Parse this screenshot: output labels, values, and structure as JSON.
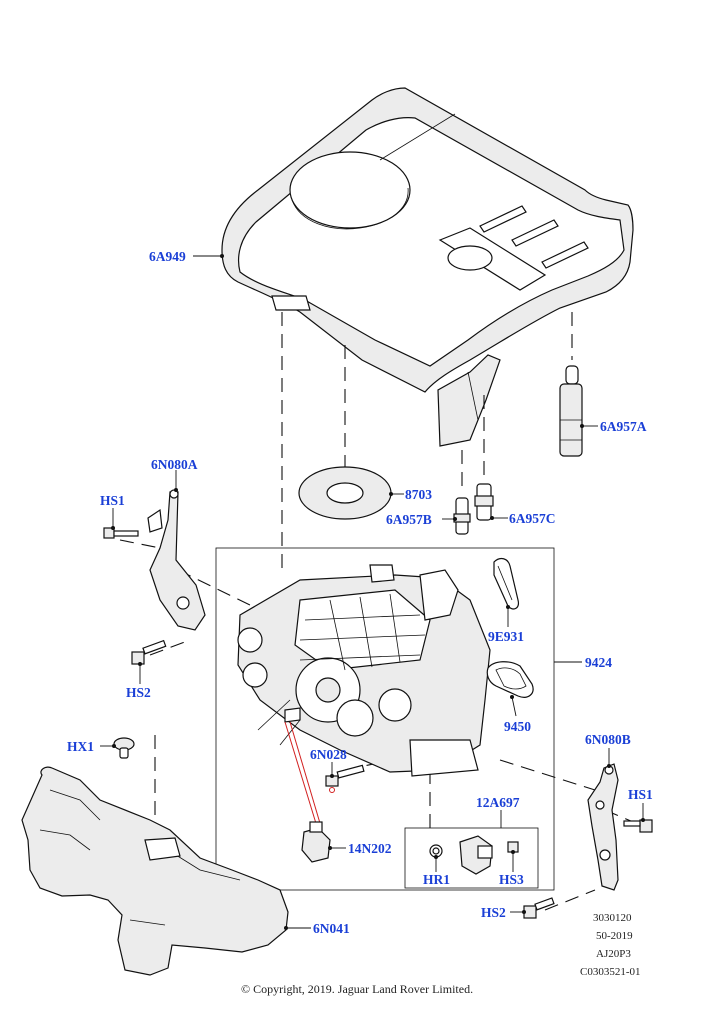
{
  "diagram": {
    "part_labels": [
      {
        "id": "6A949",
        "text": "6A949"
      },
      {
        "id": "6A957A",
        "text": "6A957A"
      },
      {
        "id": "6N080A",
        "text": "6N080A"
      },
      {
        "id": "HS1_left",
        "text": "HS1"
      },
      {
        "id": "8703",
        "text": "8703"
      },
      {
        "id": "6A957B",
        "text": "6A957B"
      },
      {
        "id": "6A957C",
        "text": "6A957C"
      },
      {
        "id": "9E931",
        "text": "9E931"
      },
      {
        "id": "9424",
        "text": "9424"
      },
      {
        "id": "HS2_left",
        "text": "HS2"
      },
      {
        "id": "9450",
        "text": "9450"
      },
      {
        "id": "HX1",
        "text": "HX1"
      },
      {
        "id": "6N080B",
        "text": "6N080B"
      },
      {
        "id": "6N028",
        "text": "6N028"
      },
      {
        "id": "HS1_right",
        "text": "HS1"
      },
      {
        "id": "12A697",
        "text": "12A697"
      },
      {
        "id": "14N202",
        "text": "14N202"
      },
      {
        "id": "HR1",
        "text": "HR1"
      },
      {
        "id": "HS3",
        "text": "HS3"
      },
      {
        "id": "HS2_bottom",
        "text": "HS2"
      },
      {
        "id": "6N041",
        "text": "6N041"
      }
    ],
    "reference_block": [
      "3030120",
      "50-2019",
      "AJ20P3",
      "C0303521-01"
    ],
    "copyright": "© Copyright, 2019. Jaguar Land Rover Limited.",
    "label_color": "#1a3fd6"
  }
}
